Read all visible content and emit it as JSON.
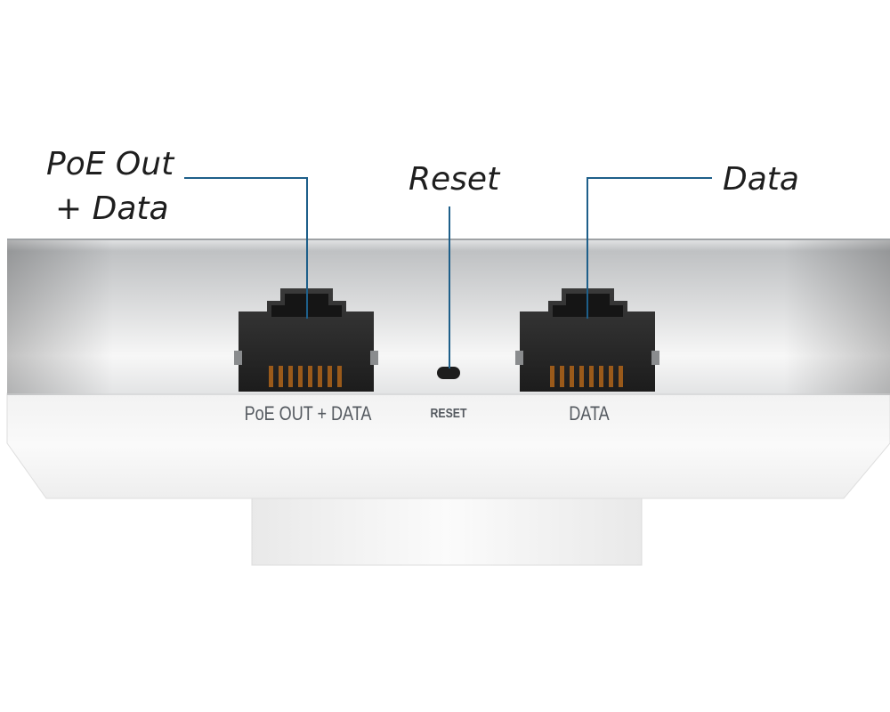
{
  "callouts": {
    "poe_line1": "PoE Out",
    "poe_line2": "+ Data",
    "reset": "Reset",
    "data": "Data"
  },
  "port_labels": {
    "poe": "PoE OUT + DATA",
    "reset": "RESET",
    "data": "DATA"
  },
  "colors": {
    "leader_line": "#1e5f8a",
    "port_body": "#2a2a2a",
    "device_gray": "#cfd1d3",
    "device_white": "#f4f4f4"
  }
}
